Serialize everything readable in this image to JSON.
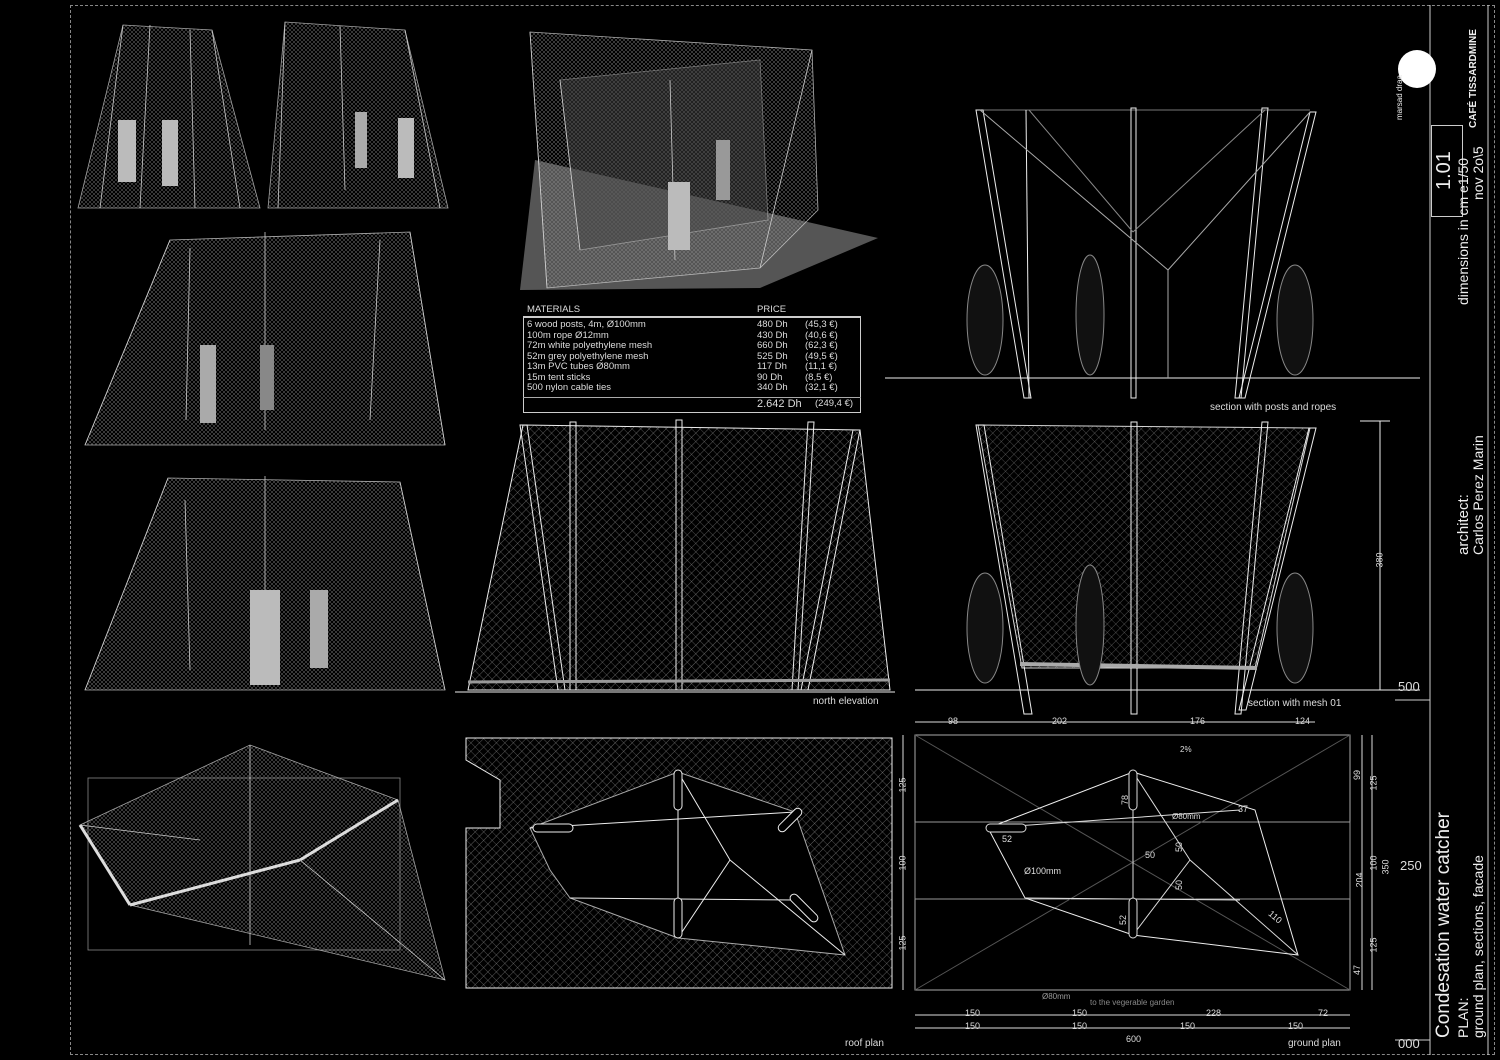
{
  "sheet": {
    "title": "Condesation water catcher",
    "subtitle_1": "PLAN:",
    "subtitle_2": "ground plan, sections, facade",
    "architect_label": "architect:",
    "architect_name": "Carlos Perez Marin",
    "sheet_number": "1.01",
    "dimensions": "dimensions in cm  e1/50",
    "date": "nov 2o\\5",
    "logo_1": "CAFÉ TISSARDMINE",
    "logo_2": "marsad draa"
  },
  "materials": {
    "header_item": "MATERIALS",
    "header_price": "PRICE",
    "rows": [
      {
        "item": "6 wood posts, 4m, Ø100mm",
        "dh": "480 Dh",
        "eur": "(45,3 €)"
      },
      {
        "item": "100m rope Ø12mm",
        "dh": "430 Dh",
        "eur": "(40,6 €)"
      },
      {
        "item": "72m white polyethylene mesh",
        "dh": "660 Dh",
        "eur": "(62,3 €)"
      },
      {
        "item": "52m grey polyethylene mesh",
        "dh": "525 Dh",
        "eur": "(49,5 €)"
      },
      {
        "item": "13m PVC tubes Ø80mm",
        "dh": "117 Dh",
        "eur": "(11,1 €)"
      },
      {
        "item": "15m tent sticks",
        "dh": "90 Dh",
        "eur": "(8,5 €)"
      },
      {
        "item": "500 nylon cable ties",
        "dh": "340 Dh",
        "eur": "(32,1 €)"
      }
    ],
    "total_dh": "2.642 Dh",
    "total_eur": "(249,4 €)"
  },
  "labels": {
    "section_posts": "section with posts and ropes",
    "section_mesh": "section with mesh 01",
    "north_elevation": "north elevation",
    "roof_plan": "roof plan",
    "ground_plan": "ground plan",
    "vegetable": "to the vegerable garden",
    "dim_380": "380",
    "level_500": "500",
    "level_250": "250",
    "level_000": "000"
  },
  "plan_dims": {
    "top": [
      "98",
      "202",
      "176",
      "124"
    ],
    "bottom_1": [
      "150",
      "150",
      "228",
      "72"
    ],
    "bottom_2": [
      "150",
      "150",
      "150",
      "150"
    ],
    "bottom_total": "600",
    "left": [
      "125",
      "100",
      "125"
    ],
    "right_1": [
      "99",
      "204",
      "47"
    ],
    "right_2": [
      "125",
      "100",
      "125"
    ],
    "right_total": "350",
    "inner": [
      "52",
      "78",
      "50",
      "50",
      "50",
      "52",
      "37",
      "110",
      "Ø100mm",
      "Ø80mm",
      "Ø80mm",
      "2%"
    ]
  }
}
